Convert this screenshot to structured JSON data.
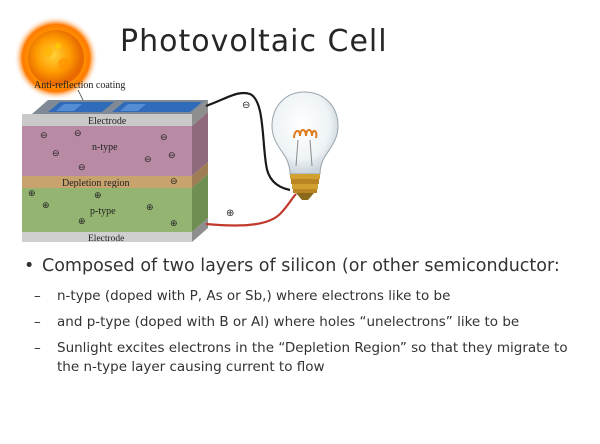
{
  "slide": {
    "title": "Photovoltaic Cell"
  },
  "diagram": {
    "labels": {
      "coating": "Anti-reflection coating",
      "top_electrode": "Electrode",
      "n_type": "n-type",
      "depletion": "Depletion region",
      "p_type": "p-type",
      "bottom_electrode": "Electrode"
    },
    "symbols": {
      "minus": "⊖",
      "plus": "⊕"
    },
    "colors": {
      "glass": "#2f6bb8",
      "electrode": "#bdbdbd",
      "n_type": "#b98aa3",
      "depletion": "#c9a36e",
      "p_type": "#93b571",
      "wire_negative": "#1a1a1a",
      "wire_positive": "#c0392b",
      "bulb_base": "#d2a030"
    },
    "icons": [
      "sun-icon",
      "light-bulb-icon"
    ]
  },
  "content": {
    "bullet": "Composed of two layers of silicon (or other semiconductor:",
    "sub_items": [
      "n-type (doped with P, As or Sb,) where electrons like to be",
      "and p-type (doped with B or Al) where holes “unelectrons” like to be",
      "Sunlight excites electrons in the “Depletion Region” so that they migrate to the n-type layer causing current to flow"
    ],
    "bullet_glyph": "•",
    "dash_glyph": "–"
  }
}
